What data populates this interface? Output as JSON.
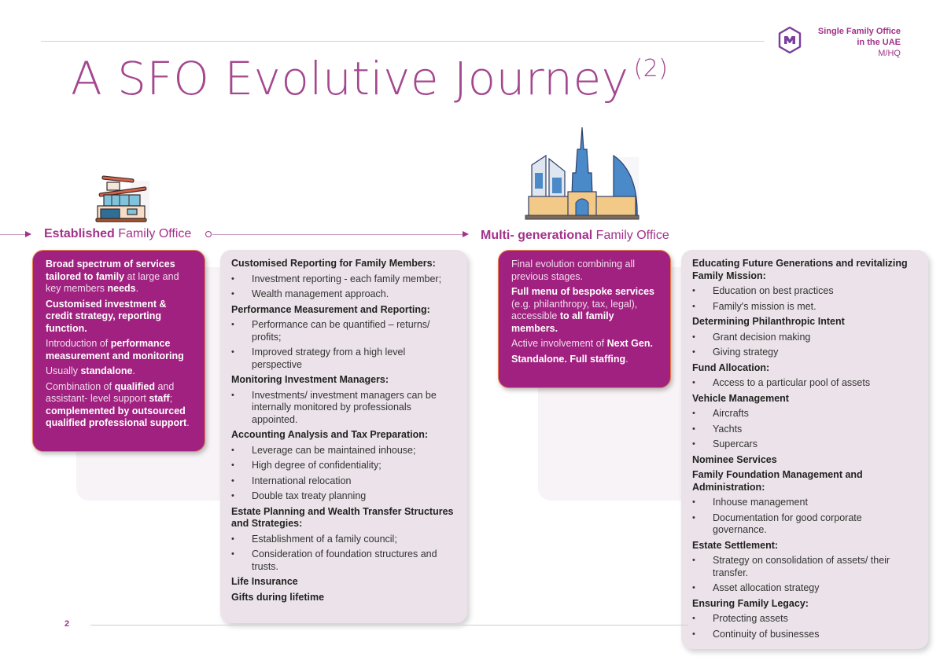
{
  "header": {
    "title": "A SFO Evolutive Journey",
    "title_superscript": "(2)",
    "brand_line1": "Single Family Office",
    "brand_line2": "in the UAE",
    "brand_line3": "M/HQ"
  },
  "colors": {
    "accent": "#a2328a",
    "title": "#a4478f",
    "purple_card": "#a0217f",
    "card_border": "#e57e4a",
    "grey_card": "#ebe3e9"
  },
  "stages": [
    {
      "label_bold": "Established",
      "label_rest": " Family Office",
      "icon": "house-icon",
      "summary": [
        [
          {
            "t": "Broad spectrum of services tailored to family",
            "b": true
          },
          {
            "t": " at large and key members ",
            "b": false
          },
          {
            "t": "needs",
            "b": true
          },
          {
            "t": ".",
            "b": false
          }
        ],
        [
          {
            "t": "Customised investment & credit strategy, reporting function.",
            "b": true
          }
        ],
        [
          {
            "t": "Introduction of ",
            "b": false
          },
          {
            "t": "performance measurement and monitoring",
            "b": true
          }
        ],
        [
          {
            "t": "Usually ",
            "b": false
          },
          {
            "t": "standalone",
            "b": true
          },
          {
            "t": ".",
            "b": false
          }
        ],
        [
          {
            "t": "Combination of ",
            "b": false
          },
          {
            "t": "qualified",
            "b": true
          },
          {
            "t": " and assistant- level support ",
            "b": false
          },
          {
            "t": "staff",
            "b": true
          },
          {
            "t": "; ",
            "b": false
          },
          {
            "t": "complemented by outsourced qualified professional support",
            "b": true
          },
          {
            "t": ".",
            "b": false
          }
        ]
      ],
      "details": [
        {
          "heading": "Customised Reporting for Family Members:",
          "items": [
            "Investment reporting - each family member;",
            "Wealth management approach."
          ]
        },
        {
          "heading": "Performance Measurement and Reporting:",
          "items": [
            "Performance can be quantified – returns/ profits;",
            "Improved strategy from a high level perspective"
          ]
        },
        {
          "heading": "Monitoring Investment Managers:",
          "items": [
            "Investments/ investment managers can be internally monitored by professionals appointed."
          ]
        },
        {
          "heading": "Accounting Analysis and Tax Preparation:",
          "items": [
            "Leverage can be maintained inhouse;",
            "High degree of confidentiality;",
            "International relocation",
            "Double tax treaty planning"
          ]
        },
        {
          "heading": "Estate Planning and Wealth Transfer Structures and Strategies:",
          "items": [
            "Establishment of a family council;",
            "Consideration of foundation structures and trusts."
          ]
        },
        {
          "heading": "Life Insurance",
          "items": []
        },
        {
          "heading": "Gifts during lifetime",
          "items": []
        }
      ]
    },
    {
      "label_bold": "Multi- generational",
      "label_rest": " Family Office",
      "icon": "city-skyline-icon",
      "summary": [
        [
          {
            "t": "Final evolution combining all previous stages.",
            "b": false
          }
        ],
        [
          {
            "t": "Full menu of bespoke services",
            "b": true
          },
          {
            "t": " (e.g. philanthropy, tax, legal), accessible ",
            "b": false
          },
          {
            "t": "to all family members.",
            "b": true
          }
        ],
        [
          {
            "t": "Active involvement of ",
            "b": false
          },
          {
            "t": "Next Gen.",
            "b": true
          }
        ],
        [
          {
            "t": "Standalone. Full staffing",
            "b": true
          },
          {
            "t": ".",
            "b": false
          }
        ]
      ],
      "details": [
        {
          "heading": "Educating Future Generations and revitalizing Family Mission:",
          "items": [
            "Education on best practices",
            "Family's mission is met."
          ]
        },
        {
          "heading": "Determining Philanthropic Intent",
          "items": [
            "Grant decision making",
            "Giving strategy"
          ]
        },
        {
          "heading": "Fund Allocation:",
          "items": [
            "Access to a particular pool of assets"
          ]
        },
        {
          "heading": "Vehicle Management",
          "items": [
            "Aircrafts",
            "Yachts",
            "Supercars"
          ]
        },
        {
          "heading": "Nominee Services",
          "items": []
        },
        {
          "heading": "Family Foundation Management and Administration:",
          "items": [
            "Inhouse management",
            "Documentation for good corporate governance."
          ]
        },
        {
          "heading": "Estate Settlement:",
          "items": [
            "Strategy on consolidation of assets/ their transfer.",
            "Asset allocation strategy"
          ]
        },
        {
          "heading": "Ensuring Family Legacy:",
          "items": [
            "Protecting assets",
            "Continuity of businesses"
          ]
        }
      ]
    }
  ],
  "footer": {
    "page_number": "2"
  }
}
